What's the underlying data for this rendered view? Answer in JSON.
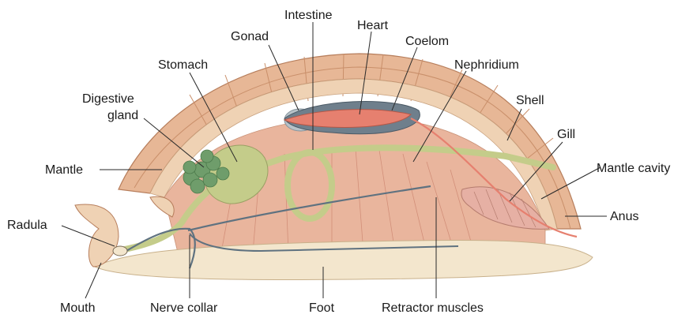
{
  "labels": {
    "intestine": "Intestine",
    "heart": "Heart",
    "gonad": "Gonad",
    "coelom": "Coelom",
    "stomach": "Stomach",
    "nephridium": "Nephridium",
    "digestive_gland": [
      "Digestive",
      "gland"
    ],
    "shell": "Shell",
    "gill": "Gill",
    "mantle": "Mantle",
    "mantle_cavity": "Mantle cavity",
    "radula": "Radula",
    "anus": "Anus",
    "mouth": "Mouth",
    "nerve_collar": "Nerve collar",
    "foot": "Foot",
    "retractor_muscles": "Retractor muscles"
  },
  "colors": {
    "shell": "#e7b796",
    "shell_ridge": "#c98f6a",
    "mantle": "#efd2b4",
    "muscle": "#e9b59d",
    "foot": "#f3e6cd",
    "gut": "#c4cc8a",
    "digestive_gland": "#6f9d6b",
    "heart": "#e6806f",
    "coelom": "#6f7f8c",
    "gonad": "#b8c2c8",
    "nerve": "#5f7280"
  }
}
